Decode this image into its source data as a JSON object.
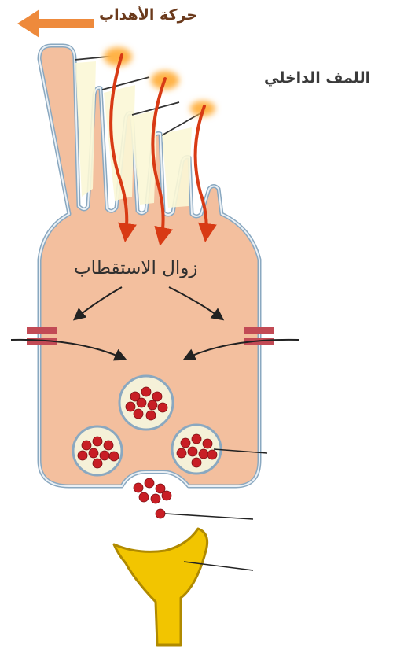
{
  "labels": {
    "motion": "حركة الأهداب",
    "endolymph": "اللمف الداخلي",
    "depolarization": "زوال الاستقطاب"
  },
  "colors": {
    "cell_fill": "#f3bf9e",
    "membrane": "#8aa8c0",
    "stereocilia_fill": "#fbf7d6",
    "current_arrow": "#d83a14",
    "glow": "#ffb347",
    "motion_arrow": "#ee8a3c",
    "vesicle": "#c81e25",
    "vesicle_fill": "#f5f1d8",
    "channel": "#c24a55",
    "neuron": "#f2c500",
    "neuron_edge": "#b08a00"
  },
  "icons": {
    "motion_arrow": "left-arrow-icon"
  }
}
